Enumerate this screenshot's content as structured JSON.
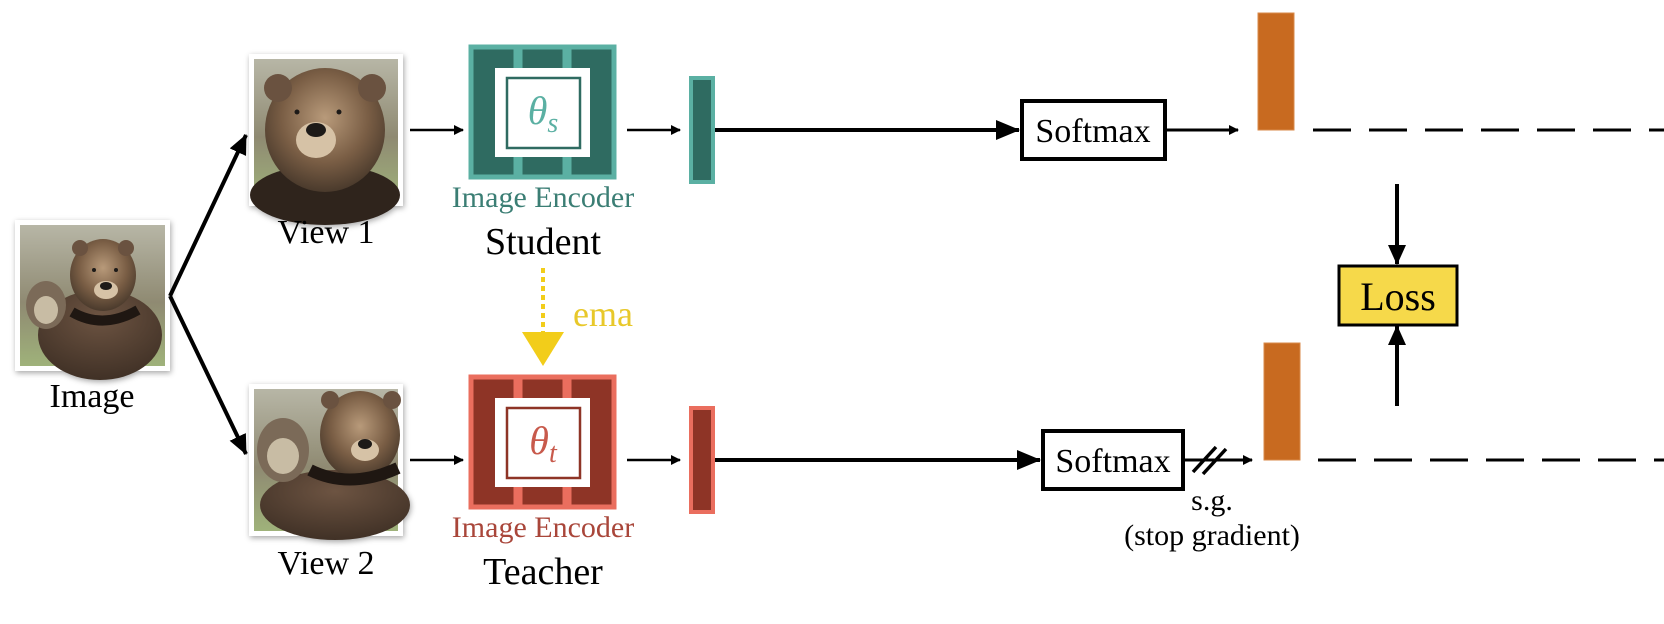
{
  "colors": {
    "student_dark": "#2f6b61",
    "student_light": "#5bb0a3",
    "teacher_dark": "#8e3426",
    "teacher_light": "#ea6e5e",
    "ema": "#f2cd1a",
    "output_bar": "#c86a20",
    "loss_fill": "#f6d94a",
    "student_text": "#3b7e74",
    "teacher_text": "#a9463a"
  },
  "input": {
    "label": "Image",
    "icon": "bear-photo"
  },
  "views": [
    {
      "label": "View 1",
      "icon": "bear-photo-crop-face"
    },
    {
      "label": "View 2",
      "icon": "bear-photo-crop-paw"
    }
  ],
  "student": {
    "encoder_label": "Image Encoder",
    "role_label": "Student",
    "param_symbol": "θ",
    "param_subscript": "s"
  },
  "teacher": {
    "encoder_label": "Image Encoder",
    "role_label": "Teacher",
    "param_symbol": "θ",
    "param_subscript": "t"
  },
  "ema": {
    "label": "ema"
  },
  "softmax": {
    "student_label": "Softmax",
    "teacher_label": "Softmax"
  },
  "stop_gradient": {
    "short": "s.g.",
    "long": "(stop gradient)"
  },
  "loss": {
    "label": "Loss"
  }
}
